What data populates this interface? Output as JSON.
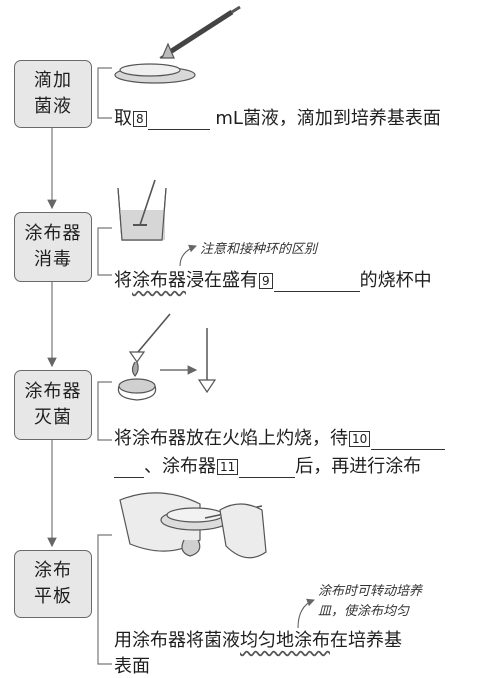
{
  "steps": [
    {
      "label_line1": "滴加",
      "label_line2": "菌液",
      "text_prefix": "取",
      "blank_number": "8",
      "text_suffix": "mL菌液，滴加到培养基表面"
    },
    {
      "label_line1": "涂布器",
      "label_line2": "消毒",
      "text_prefix": "将",
      "text_wavy": "涂布器",
      "text_mid": "浸在盛有",
      "blank_number": "9",
      "text_suffix": "的烧杯中",
      "note": "注意和接种环的区别"
    },
    {
      "label_line1": "涂布器",
      "label_line2": "灭菌",
      "line1_text": "将涂布器放在火焰上灼烧，待",
      "blank_number_a": "10",
      "line2_mid": "、涂布器",
      "blank_number_b": "11",
      "line2_suffix": "后，再进行涂布"
    },
    {
      "label_line1": "涂布",
      "label_line2": "平板",
      "text_prefix": "用涂布器将菌液",
      "text_wavy": "均匀地涂布",
      "text_suffix": "在培养基",
      "line2_text": "表面",
      "note_line1": "涂布时可转动培养",
      "note_line2": "皿，使涂布均匀"
    }
  ],
  "icons": {
    "pipette": "pipette-dropping-onto-dish-icon",
    "beaker": "beaker-with-spreader-icon",
    "burner": "alcohol-lamp-with-spreader-icon",
    "spreading": "hands-spreading-on-dish-icon"
  }
}
